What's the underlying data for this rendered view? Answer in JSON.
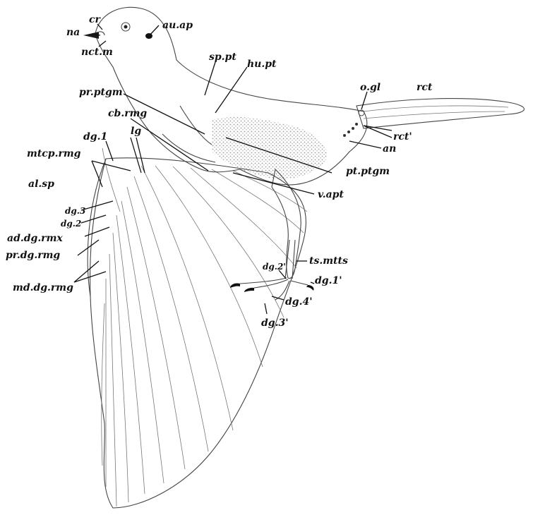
{
  "labels": {
    "cr": "cr",
    "na": "na",
    "nct_m": "nct.m",
    "au_ap": "au.ap",
    "sp_pt": "sp.pt",
    "hu_pt": "hu.pt",
    "pr_ptgm": "pr.ptgm",
    "o_gl": "o.gl",
    "rct": "rct",
    "cb_rmg": "cb.rmg",
    "rct_prime": "rct'",
    "an": "an",
    "dg1": "dg.1",
    "lg": "lg",
    "mtcp_rmg": "mtcp.rmg",
    "pt_ptgm": "pt.ptgm",
    "al_sp": "al.sp",
    "v_apt": "v.apt",
    "dg3": "dg.3",
    "dg2": "dg.2",
    "ad_dg_rmx": "ad.dg.rmx",
    "pr_dg_rmg": "pr.dg.rmg",
    "dg2_prime": "dg.2'",
    "ts_mtts": "ts.mtts",
    "dg1_prime": "dg.1'",
    "md_dg_rmg": "md.dg.rmg",
    "dg4_prime": "dg.4'",
    "dg3_prime": "dg.3'"
  }
}
